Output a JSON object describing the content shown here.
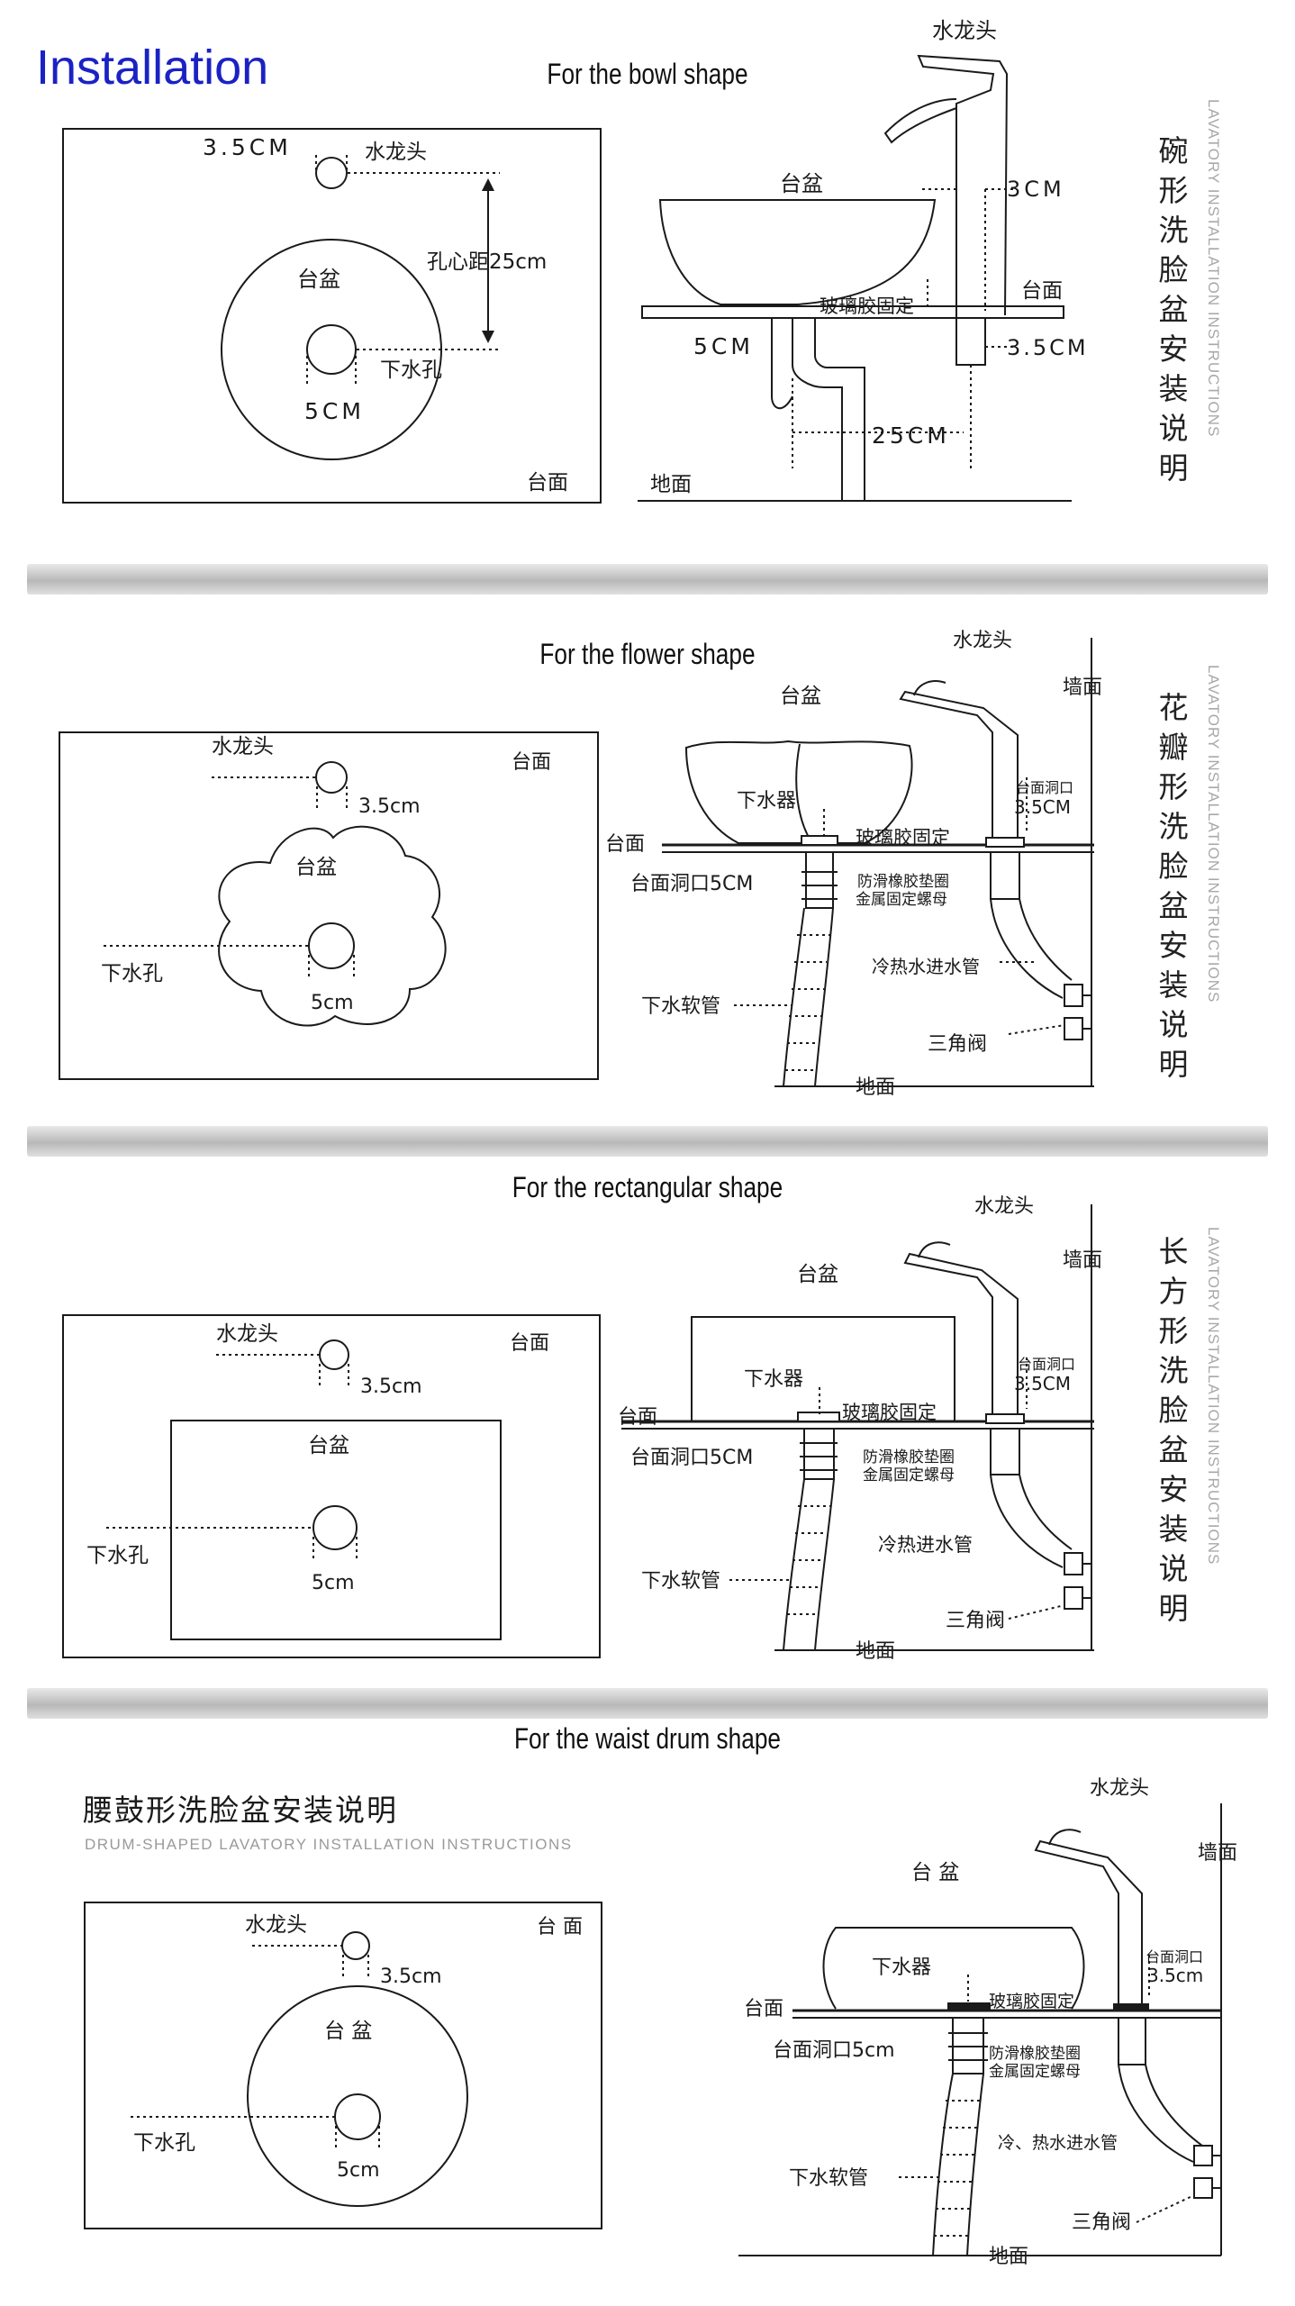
{
  "page": {
    "title": "Installation"
  },
  "bowl": {
    "title": "For the bowl shape",
    "side_title": "碗形洗脸盆安装说明",
    "side_en": "LAVATORY INSTALLATION INSTRUCTIONS",
    "plan": {
      "faucet_size": "3.5CM",
      "faucet": "水龙头",
      "distance": "孔心距25cm",
      "basin": "台盆",
      "drain": "下水孔",
      "drain_size": "5CM",
      "counter": "台面"
    },
    "side": {
      "faucet": "水龙头",
      "basin": "台盆",
      "gap": "3CM",
      "counter": "台面",
      "glue": "玻璃胶固定",
      "drain_size": "5CM",
      "hole": "3.5CM",
      "distance": "25CM",
      "floor": "地面"
    }
  },
  "flower": {
    "title": "For the flower shape",
    "side_title": "花瓣形洗脸盆安装说明",
    "side_en": "LAVATORY INSTALLATION INSTRUCTIONS",
    "plan": {
      "faucet": "水龙头",
      "faucet_size": "3.5cm",
      "counter": "台面",
      "basin": "台盆",
      "drain": "下水孔",
      "drain_size": "5cm"
    },
    "side": {
      "faucet": "水龙头",
      "wall": "墙面",
      "basin": "台盆",
      "hole_label": "台面洞口",
      "hole": "3.5CM",
      "drainer": "下水器",
      "glue": "玻璃胶固定",
      "counter": "台面",
      "counter_hole": "台面洞口5CM",
      "gasket": "防滑橡胶垫圈",
      "nut": "金属固定螺母",
      "inlet": "冷热水进水管",
      "hose": "下水软管",
      "valve": "三角阀",
      "floor": "地面"
    }
  },
  "rect": {
    "title": "For the rectangular shape",
    "side_title": "长方形洗脸盆安装说明",
    "side_en": "LAVATORY INSTALLATION INSTRUCTIONS",
    "plan": {
      "faucet": "水龙头",
      "faucet_size": "3.5cm",
      "counter": "台面",
      "basin": "台盆",
      "drain": "下水孔",
      "drain_size": "5cm"
    },
    "side": {
      "faucet": "水龙头",
      "wall": "墙面",
      "basin": "台盆",
      "hole_label": "台面洞口",
      "hole": "3.5CM",
      "drainer": "下水器",
      "glue": "玻璃胶固定",
      "counter": "台面",
      "counter_hole": "台面洞口5CM",
      "gasket": "防滑橡胶垫圈",
      "nut": "金属固定螺母",
      "inlet": "冷热进水管",
      "hose": "下水软管",
      "valve": "三角阀",
      "floor": "地面"
    }
  },
  "drum": {
    "title": "For the waist drum shape",
    "cn_heading": "腰鼓形洗脸盆安装说明",
    "en_sub": "DRUM-SHAPED LAVATORY INSTALLATION INSTRUCTIONS",
    "plan": {
      "faucet": "水龙头",
      "faucet_size": "3.5cm",
      "counter": "台 面",
      "basin": "台 盆",
      "drain": "下水孔",
      "drain_size": "5cm"
    },
    "side": {
      "faucet": "水龙头",
      "wall": "墙面",
      "basin": "台 盆",
      "hole_label": "台面洞口",
      "hole": "3.5cm",
      "drainer": "下水器",
      "glue": "玻璃胶固定",
      "counter": "台面",
      "counter_hole": "台面洞口5cm",
      "gasket": "防滑橡胶垫圈",
      "nut": "金属固定螺母",
      "inlet": "冷、热水进水管",
      "hose": "下水软管",
      "valve": "三角阀",
      "floor": "地面"
    }
  }
}
